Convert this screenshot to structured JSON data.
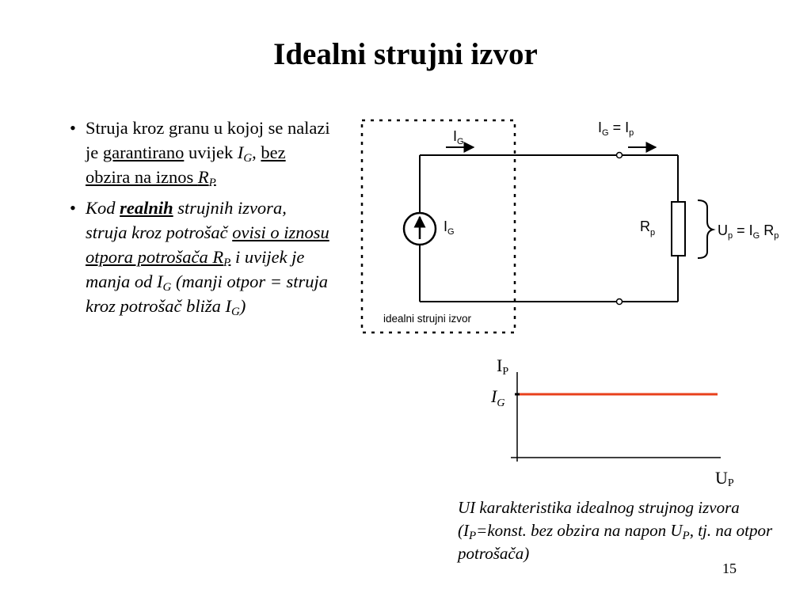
{
  "slide": {
    "title": "Idealni strujni izvor",
    "page_number": "15"
  },
  "bullets": [
    {
      "parts": [
        "Struja kroz granu u kojoj se nalazi je ",
        "garantirano",
        " uvijek ",
        "I",
        "G",
        ", ",
        "bez obzira na iznos ",
        "R",
        "P"
      ]
    },
    {
      "parts": [
        "Kod ",
        "realnih",
        " strujnih izvora, struja kroz potrošač ",
        "ovisi o iznosu otpora potrošača R",
        "P",
        " i uvijek je manja od I",
        "G",
        " (manji otpor = struja kroz potrošač bliža I",
        "G",
        ")"
      ]
    }
  ],
  "circuit": {
    "label_ig_top": [
      "I",
      "G"
    ],
    "label_ig_ip": [
      "I",
      "G",
      " = I",
      "p"
    ],
    "label_source": [
      "I",
      "G"
    ],
    "label_rp": [
      "R",
      "p"
    ],
    "label_up": [
      "U",
      "p",
      " = I",
      "G",
      " R",
      "p"
    ],
    "box_label": "idealni strujni izvor"
  },
  "graph": {
    "y_axis_label": [
      "I",
      "P"
    ],
    "x_axis_label": [
      "U",
      "P"
    ],
    "level_label": [
      "I",
      "G"
    ],
    "line_color": "#e8401c"
  },
  "caption": {
    "parts": [
      "UI karakteristika idealnog strujnog izvora (I",
      "P",
      "=konst. bez obzira na napon U",
      "P",
      ", tj. na otpor potrošača)"
    ]
  }
}
